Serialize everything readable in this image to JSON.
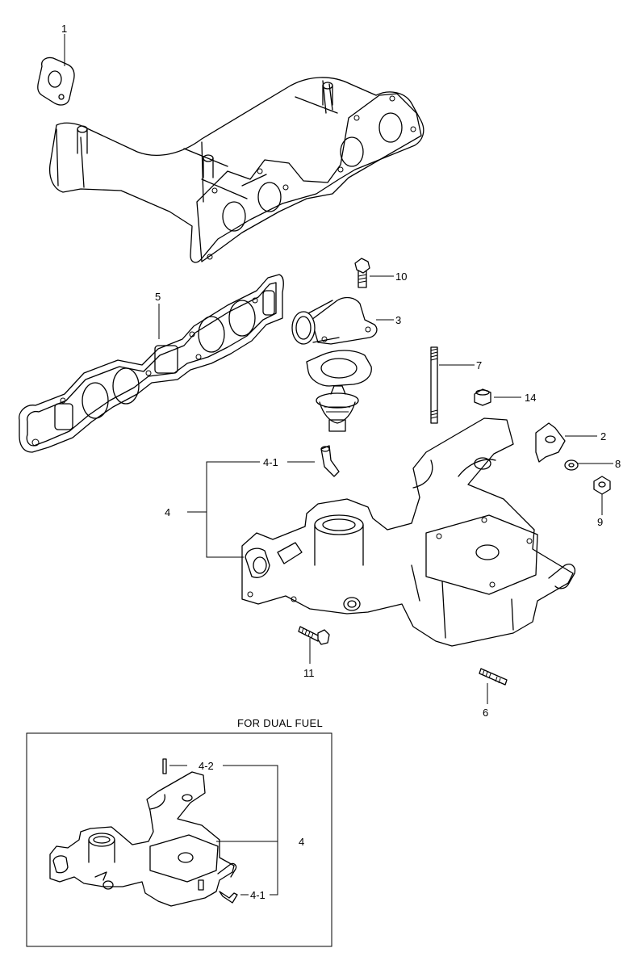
{
  "callouts": {
    "c1": "1",
    "c2": "2",
    "c3": "3",
    "c4": "4",
    "c4_1": "4-1",
    "c5": "5",
    "c6": "6",
    "c7": "7",
    "c8": "8",
    "c9": "9",
    "c10": "10",
    "c11": "11",
    "c14": "14"
  },
  "inset": {
    "title": "FOR DUAL FUEL",
    "c4_2": "4-2",
    "c4": "4",
    "c4_1": "4-1"
  }
}
